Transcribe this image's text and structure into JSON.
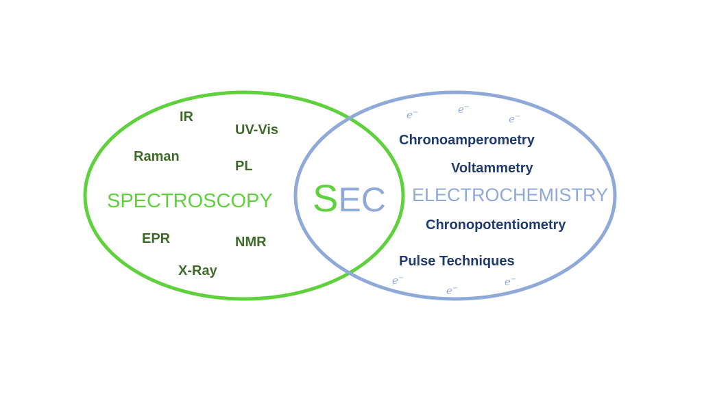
{
  "colors": {
    "spectroscopy": "#5fd13c",
    "spectroscopy_items": "#3f6b2a",
    "electrochemistry": "#8fa9d8",
    "electrochemistry_items": "#1f3b6e"
  },
  "spectroscopy": {
    "label": "SPECTROSCOPY",
    "items": [
      "IR",
      "UV-Vis",
      "Raman",
      "PL",
      "EPR",
      "NMR",
      "X-Ray"
    ]
  },
  "electrochemistry": {
    "label": "ELECTROCHEMISTRY",
    "items": [
      "Chronoamperometry",
      "Voltammetry",
      "Chronopotentiometry",
      "Pulse Techniques"
    ]
  },
  "intersection": {
    "s": "S",
    "ec": "EC"
  },
  "electron": {
    "symbol": "e",
    "charge": "−"
  }
}
